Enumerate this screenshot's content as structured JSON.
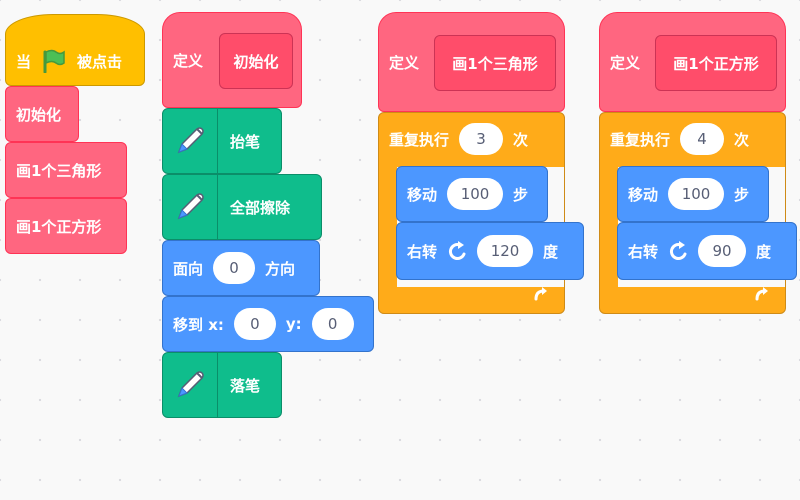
{
  "script1": {
    "hat_when": "当",
    "hat_clicked": "被点击",
    "flag_icon": "green-flag-icon",
    "calls": [
      "初始化",
      "画1个三角形",
      "画1个正方形"
    ]
  },
  "script2": {
    "define": "定义",
    "name": "初始化",
    "pen_down": "抬笔",
    "erase_all": "全部擦除",
    "point_dir_label": "面向",
    "point_dir_value": "0",
    "point_dir_suffix": "方向",
    "goto_label": "移到 x:",
    "goto_x": "0",
    "goto_y_label": "y:",
    "goto_y": "0",
    "pen_up": "落笔",
    "pen_icon": "pen-icon"
  },
  "script3": {
    "define": "定义",
    "name": "画1个三角形",
    "repeat_label": "重复执行",
    "repeat_count": "3",
    "repeat_suffix": "次",
    "move_label": "移动",
    "move_value": "100",
    "move_suffix": "步",
    "turn_label": "右转",
    "turn_value": "120",
    "turn_suffix": "度",
    "turn_icon": "rotate-right-icon",
    "loop_icon": "loop-arrow-icon"
  },
  "script4": {
    "define": "定义",
    "name": "画1个正方形",
    "repeat_label": "重复执行",
    "repeat_count": "4",
    "repeat_suffix": "次",
    "move_label": "移动",
    "move_value": "100",
    "move_suffix": "步",
    "turn_label": "右转",
    "turn_value": "90",
    "turn_suffix": "度",
    "turn_icon": "rotate-right-icon",
    "loop_icon": "loop-arrow-icon"
  },
  "colors": {
    "events": "#ffbf00",
    "custom": "#ff6680",
    "pen": "#0fbd8c",
    "motion": "#4c97ff",
    "control": "#ffab19",
    "background": "#f9f9f9"
  }
}
